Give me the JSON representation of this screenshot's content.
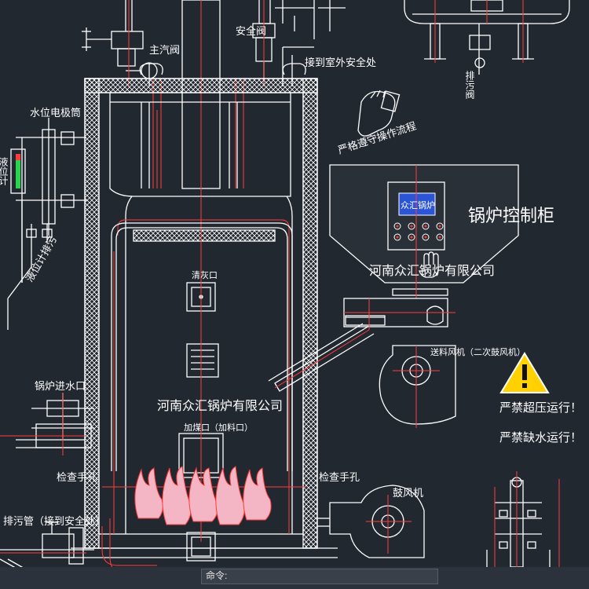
{
  "labels": {
    "main_steam_valve": "主汽阀",
    "safety_valve": "安全阀",
    "to_outdoor_safe_1": "接到室外安全处",
    "blowdown_valve": "排污阀",
    "strict_procedure": "严格遵守操作流程",
    "water_level_electrode": "水位电极筒",
    "level_gauge": "液位计",
    "level_gauge_drain": "液位计排污",
    "boiler_control_cabinet": "锅炉控制柜",
    "company_cabinet": "河南众汇锅炉有限公司",
    "company_body": "河南众汇锅炉有限公司",
    "screen_text": "众汇锅炉",
    "cleaning_port": "清灰口",
    "coal_feed_port": "加煤口（加料口）",
    "blower": "送料风机（二次鼓风机）",
    "feed_water_inlet": "锅炉进水口",
    "inspection_hand_hole_left": "检查手孔",
    "inspection_hand_hole_right": "检查手孔",
    "blowdown_pipe": "排污管（接到安全处）",
    "draft_fan": "鼓风机",
    "warn_overpressure": "严禁超压运行！",
    "warn_no_water": "严禁缺水运行！"
  },
  "command_prompt": "命令:",
  "colors": {
    "background": "#212830",
    "outline": "#ffffff",
    "pipe_red": "#ff3b3b",
    "flame_pink": "#f4b6c4",
    "warning_yellow": "#ffd100",
    "cabinet_fill": "#2a3038",
    "screen_blue": "#2b55d6"
  },
  "icons": [
    "warning-triangle-icon",
    "hand-icon",
    "flame-icon"
  ]
}
